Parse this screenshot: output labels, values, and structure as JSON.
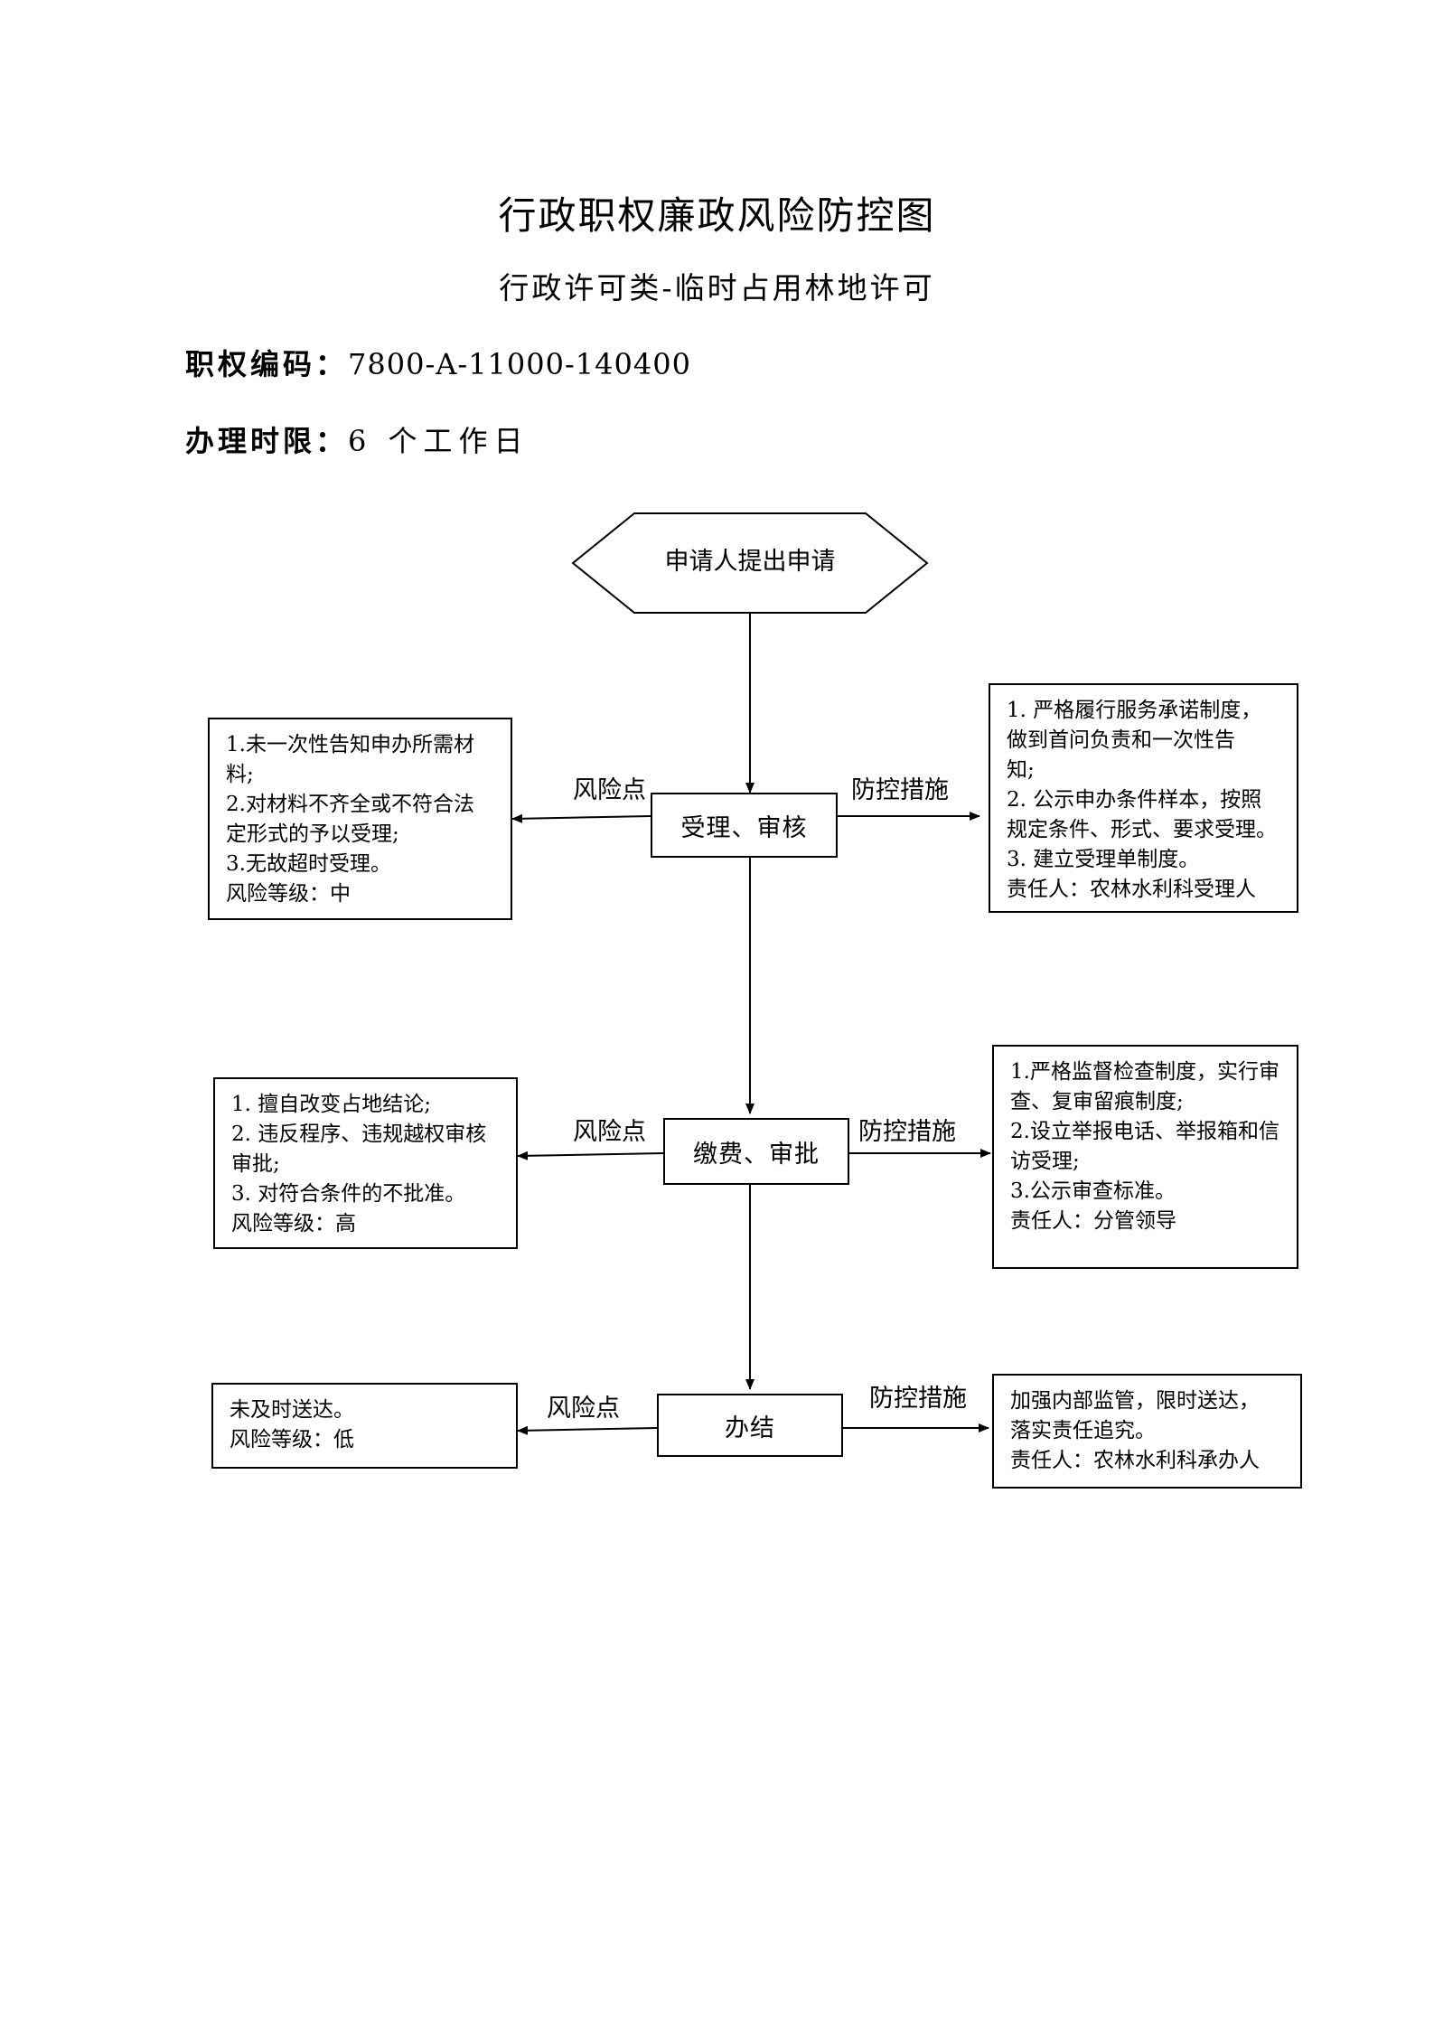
{
  "header": {
    "title": "行政职权廉政风险防控图",
    "subtitle": "行政许可类-临时占用林地许可",
    "code_label": "职权编码：",
    "code_value": "7800-A-11000-140400",
    "limit_label": "办理时限：",
    "limit_value": "6 个工作日"
  },
  "flow": {
    "start": "申请人提出申请",
    "risk_label": "风险点",
    "control_label": "防控措施",
    "stages": [
      {
        "name": "受理、审核",
        "risks": [
          "1.未一次性告知申办所需材",
          "料;",
          "2.对材料不齐全或不符合法",
          "定形式的予以受理;",
          "3.无故超时受理。",
          "风险等级：中"
        ],
        "controls": [
          "1. 严格履行服务承诺制度，",
          "做到首问负责和一次性告",
          "知;",
          "2. 公示申办条件样本，按照",
          "规定条件、形式、要求受理。",
          "3. 建立受理单制度。",
          "责任人：农林水利科受理人"
        ]
      },
      {
        "name": "缴费、审批",
        "risks": [
          "1. 擅自改变占地结论;",
          "2. 违反程序、违规越权审核",
          "审批;",
          "3. 对符合条件的不批准。",
          "风险等级：高"
        ],
        "controls": [
          "1.严格监督检查制度，实行审",
          "查、复审留痕制度;",
          "2.设立举报电话、举报箱和信",
          "访受理;",
          "3.公示审查标准。",
          "责任人：分管领导"
        ]
      },
      {
        "name": "办结",
        "risks": [
          "未及时送达。",
          "风险等级：低"
        ],
        "controls": [
          "加强内部监管，限时送达，",
          "落实责任追究。",
          "责任人：农林水利科承办人"
        ]
      }
    ]
  }
}
